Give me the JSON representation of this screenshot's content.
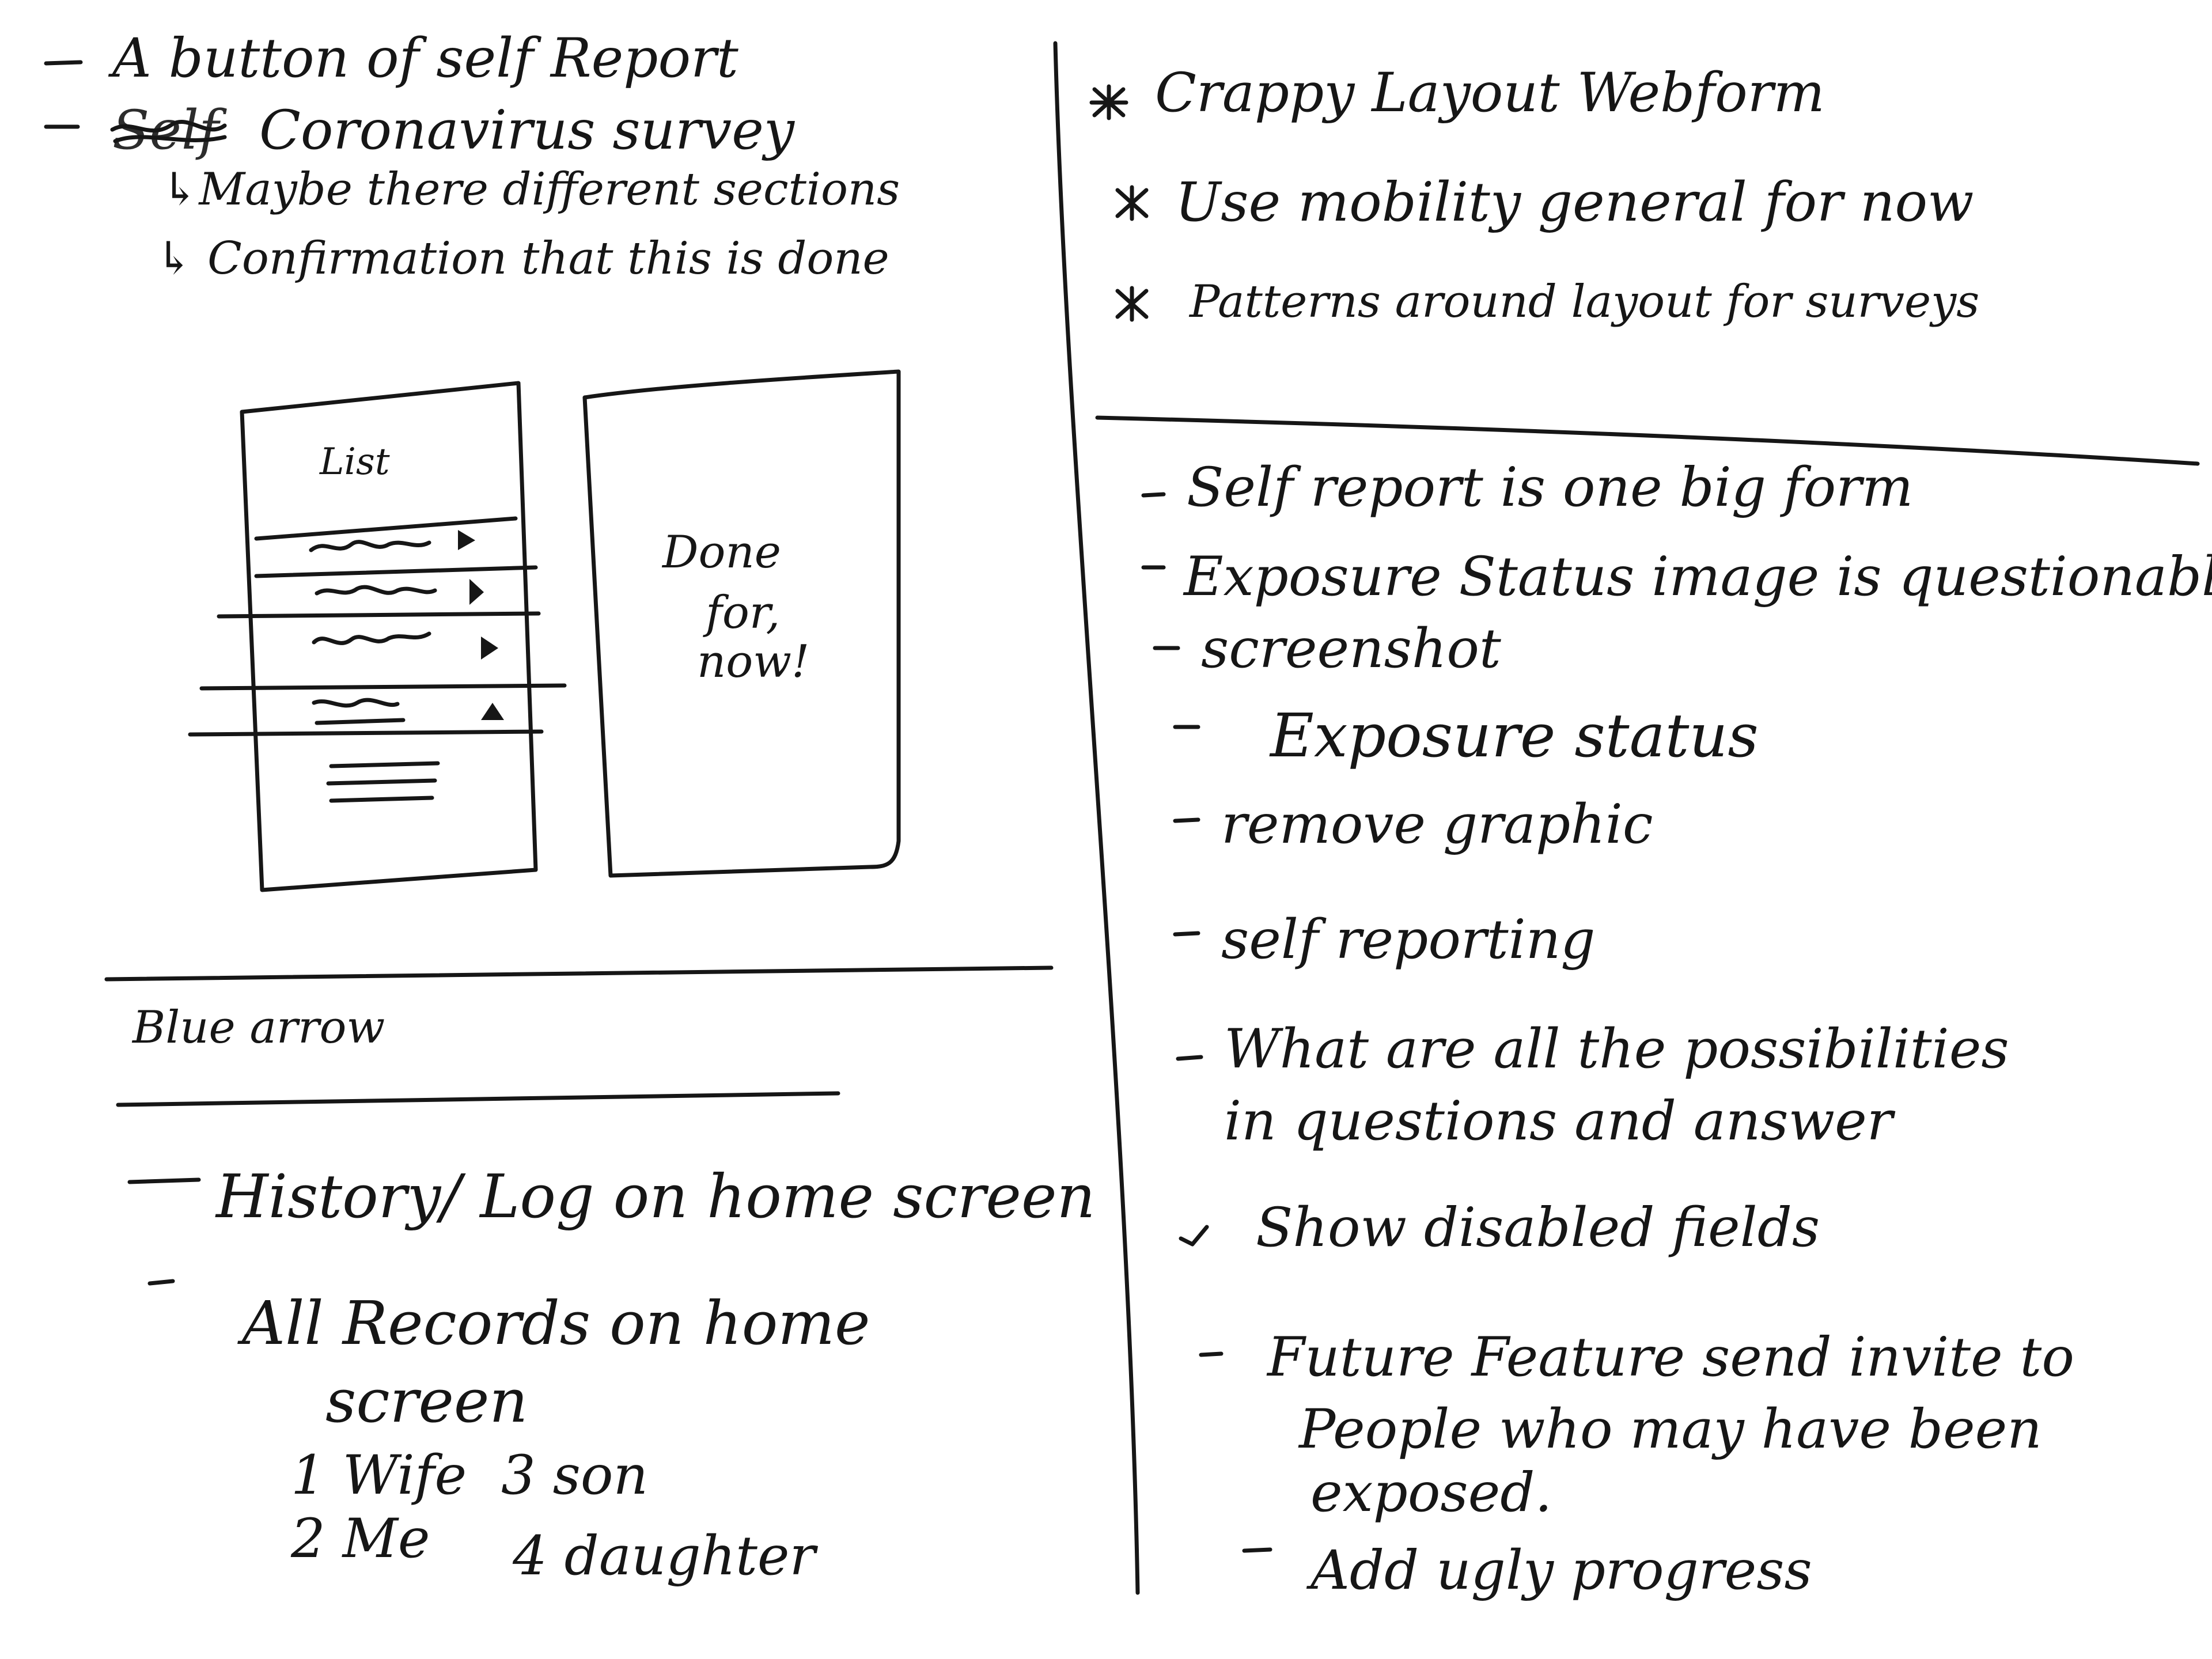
{
  "top_left": {
    "bullet_1": "A button of self Report",
    "bullet_2_struck": "Self",
    "bullet_2": "Coronavirus survey",
    "sub_1": "↳Maybe there different sections",
    "sub_2": "↳ Confirmation that this is done"
  },
  "sketch": {
    "list_label": "List",
    "done_line1": "Done",
    "done_line2": "for,",
    "done_line3": "now!"
  },
  "bottom_left": {
    "blue_arrow": "Blue arrow",
    "history": "History/ Log on home screen",
    "all_records_1": "All Records on home",
    "all_records_2": "screen",
    "family_1": "1 Wife",
    "family_2": "2 Me",
    "family_3": "3 son",
    "family_4": "4 daughter"
  },
  "top_right": {
    "star_1": "Crappy Layout Webform",
    "star_2": "Use mobility general for now",
    "star_3": "Patterns around layout for surveys"
  },
  "bottom_right": {
    "item_1": "Self report is one big form",
    "item_2": "Exposure Status image is questionable",
    "item_3": "screenshot",
    "item_4": "Exposure status",
    "item_5": "remove graphic",
    "item_6": "self reporting",
    "item_7a": "What are all the possibilities",
    "item_7b": "in questions and answer",
    "item_8": "Show disabled fields",
    "item_9a": "Future Feature send invite to",
    "item_9b": "People who may have been",
    "item_9c": "exposed.",
    "item_10": "Add ugly progress"
  }
}
